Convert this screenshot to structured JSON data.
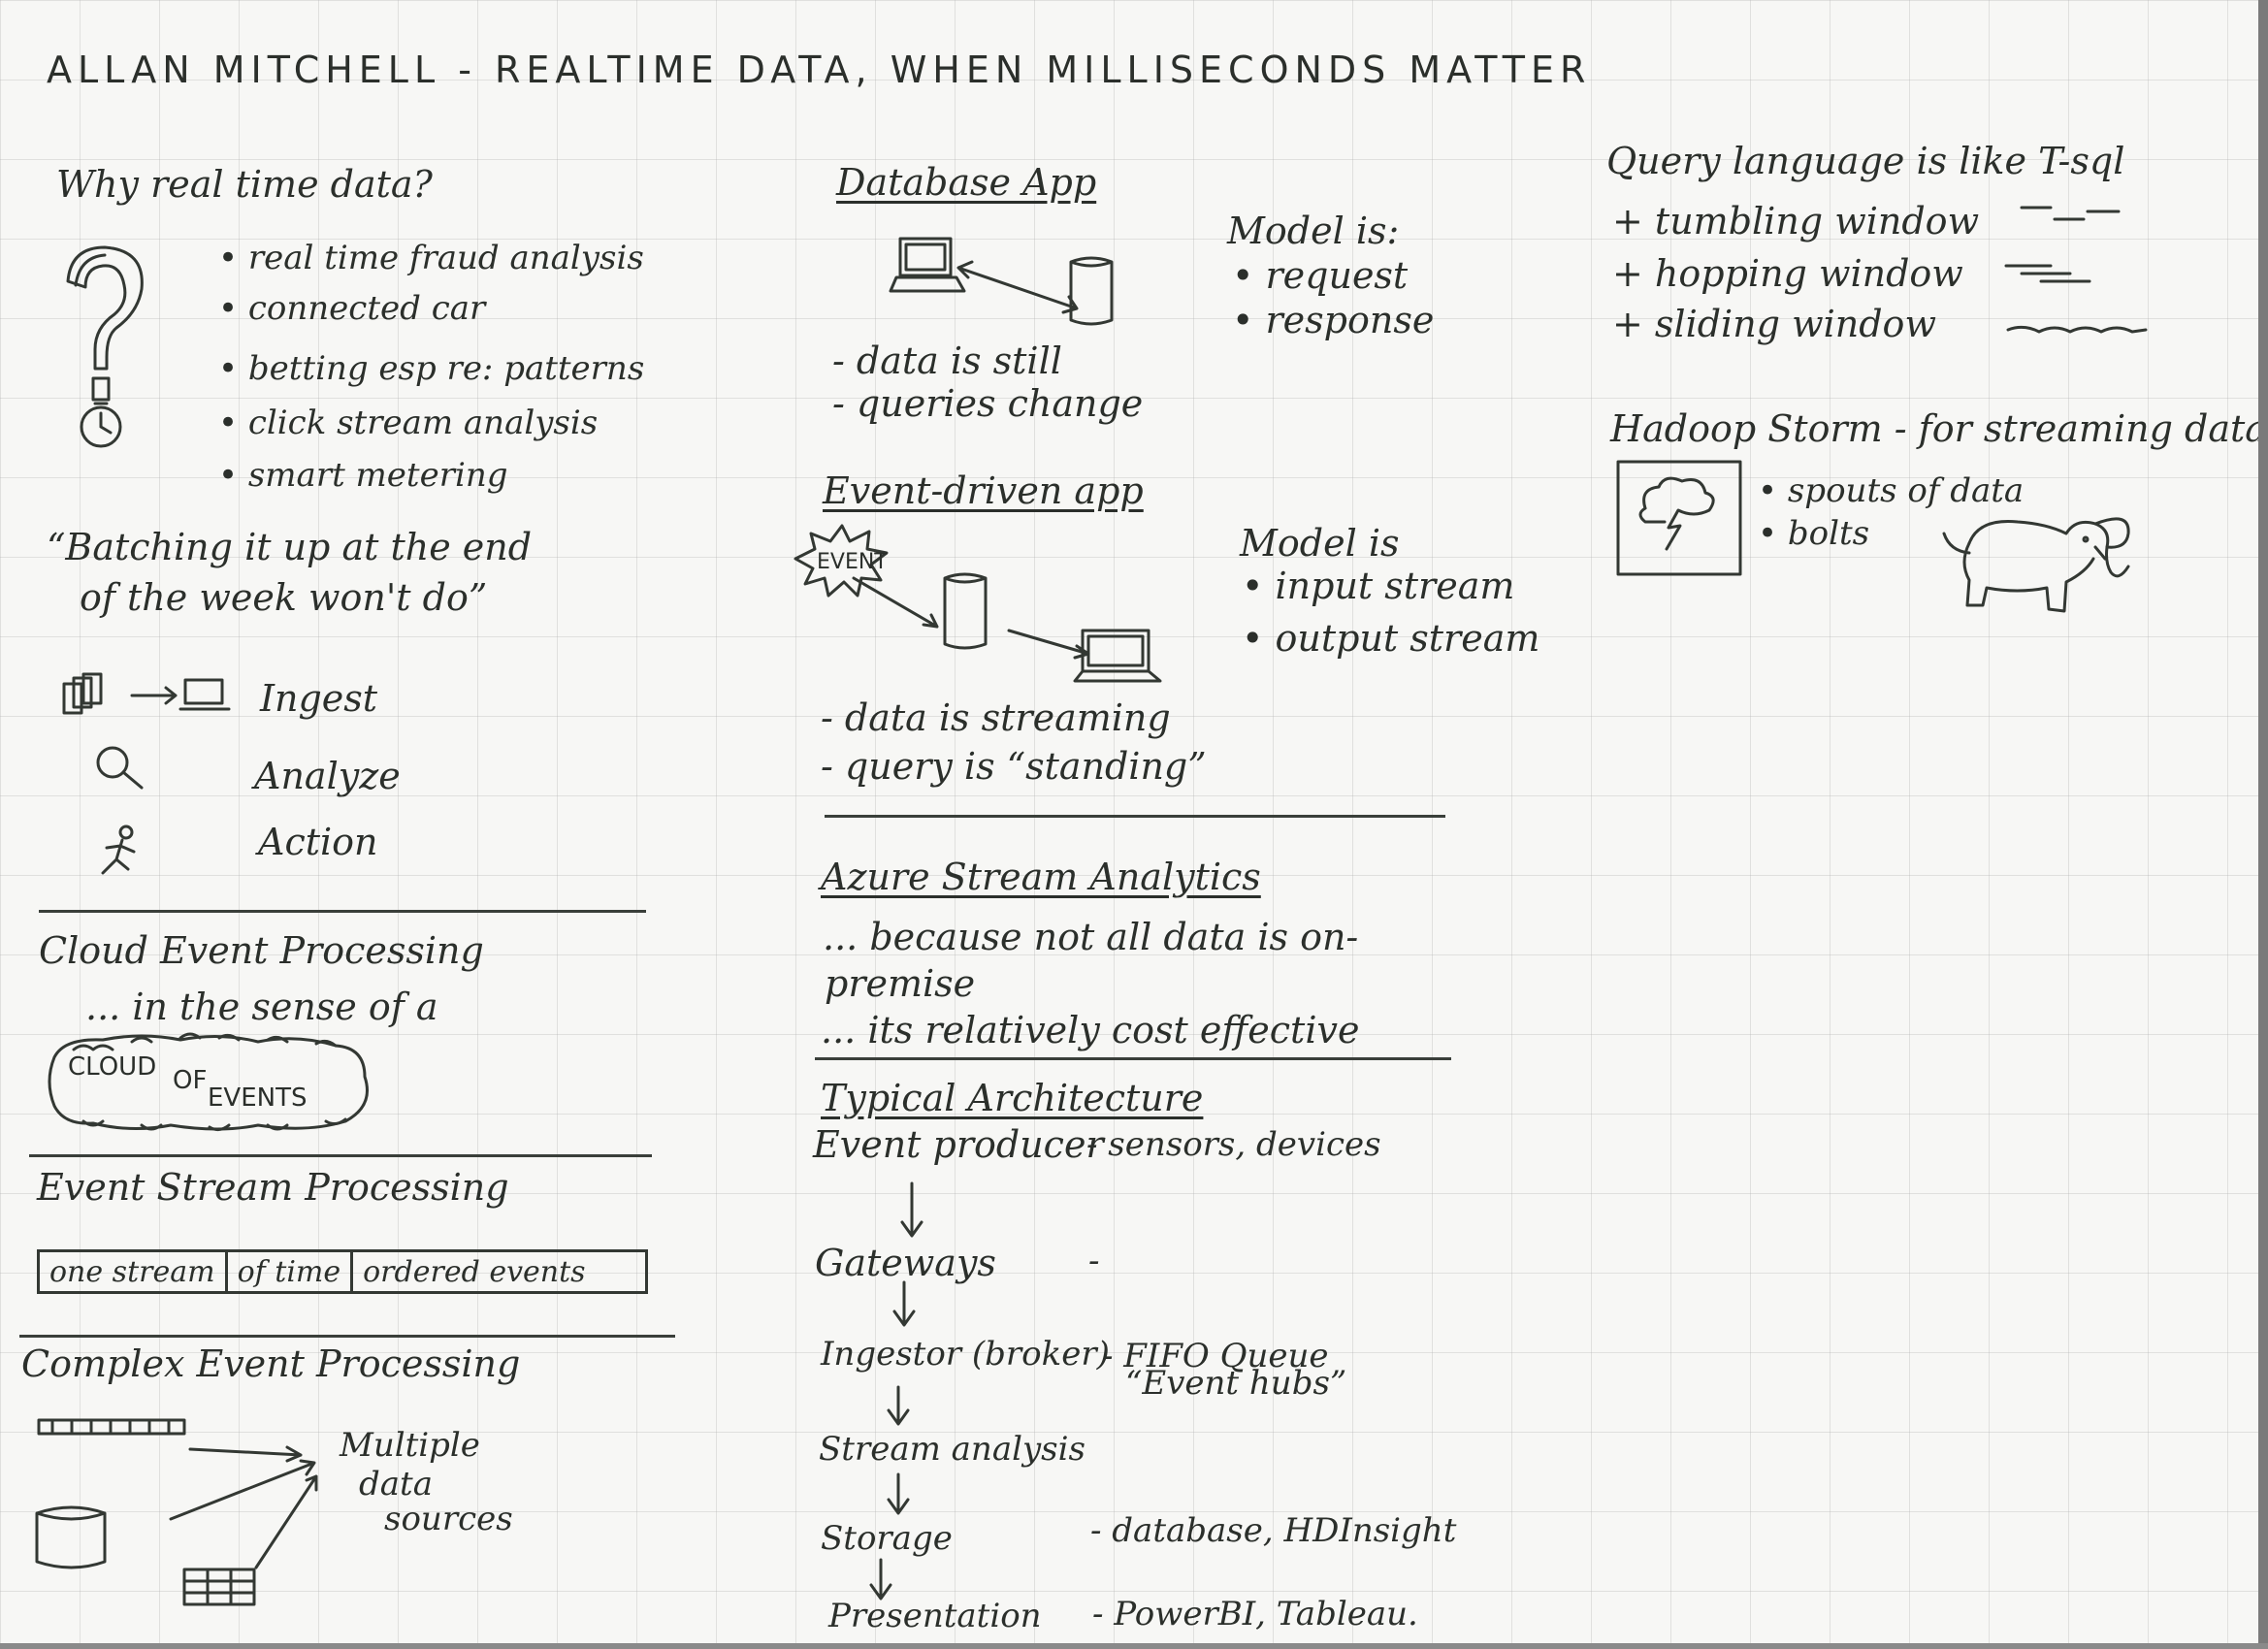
{
  "title": "ALLAN MITCHELL - REALTIME DATA, WHEN MILLISECONDS MATTER",
  "left": {
    "why_heading": "Why real time data?",
    "why_items": [
      "real time fraud analysis",
      "connected car",
      "betting esp re: patterns",
      "click stream analysis",
      "smart metering"
    ],
    "quote_line1": "“Batching it up at the end",
    "quote_line2": "of the week won't do”",
    "steps": [
      "Ingest",
      "Analyze",
      "Action"
    ],
    "cloud_heading": "Cloud Event Processing",
    "cloud_sub": "... in the sense of a",
    "cloud_word1": "CLOUD",
    "cloud_word2": "OF",
    "cloud_word3": "EVENTS",
    "esp_heading": "Event Stream Processing",
    "esp_cells": [
      "one stream",
      "of time",
      "ordered events"
    ],
    "cep_heading": "Complex Event Processing",
    "cep_label1": "Multiple",
    "cep_label2": "data",
    "cep_label3": "sources"
  },
  "middle": {
    "db_heading": "Database App",
    "db_model_title": "Model is:",
    "db_model_items": [
      "request",
      "response"
    ],
    "db_notes": [
      "- data is still",
      "- queries change"
    ],
    "ev_heading": "Event-driven app",
    "ev_burst": "EVENT",
    "ev_model_title": "Model is",
    "ev_model_items": [
      "input stream",
      "output stream"
    ],
    "ev_notes": [
      "- data is streaming",
      "- query is “standing”"
    ],
    "asa_heading": "Azure Stream Analytics",
    "asa_line1": "... because not all data is on-",
    "asa_line2": "premise",
    "asa_line3": "... its relatively cost effective",
    "arch_heading": "Typical Architecture",
    "arch": [
      {
        "stage": "Event producer",
        "note": "- sensors, devices"
      },
      {
        "stage": "Gateways",
        "note": "-"
      },
      {
        "stage": "Ingestor (broker)",
        "note": "- FIFO Queue"
      },
      {
        "stage": "Stream analysis",
        "note": ""
      },
      {
        "stage": "Storage",
        "note": "- database, HDInsight"
      },
      {
        "stage": "Presentation",
        "note": "- PowerBI, Tableau."
      }
    ],
    "arch_note_extra": "“Event hubs”"
  },
  "right": {
    "query_heading": "Query language is like T-sql",
    "query_items": [
      "+ tumbling window",
      "+ hopping window",
      "+ sliding window"
    ],
    "hadoop_heading": "Hadoop Storm - for streaming data",
    "hadoop_items": [
      "spouts of data",
      "bolts"
    ]
  }
}
